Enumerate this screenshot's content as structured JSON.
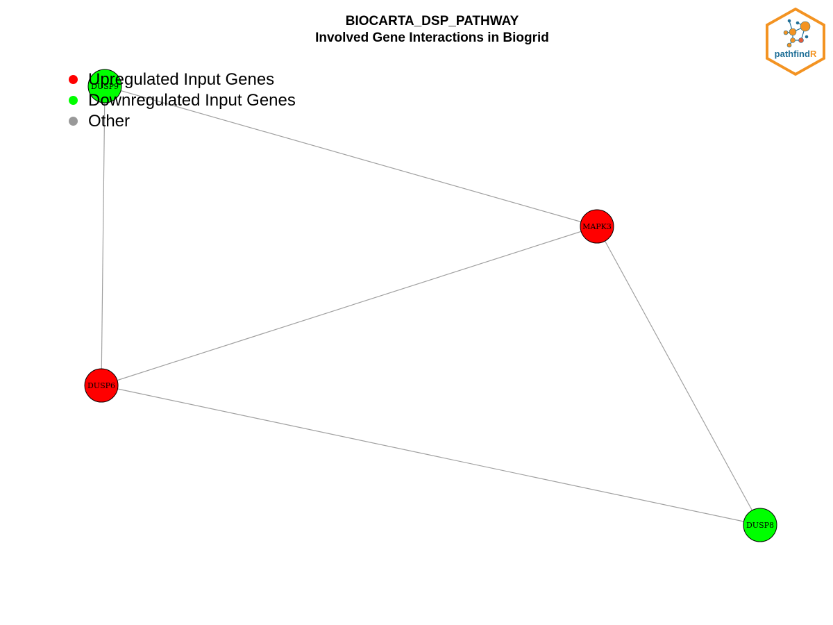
{
  "header": {
    "title_line1": "BIOCARTA_DSP_PATHWAY",
    "title_line2": "Involved Gene Interactions in Biogrid"
  },
  "legend": {
    "items": [
      {
        "label": "Upregulated Input Genes",
        "color": "#ff0000"
      },
      {
        "label": "Downregulated Input Genes",
        "color": "#00ff00"
      },
      {
        "label": "Other",
        "color": "#999999"
      }
    ]
  },
  "network": {
    "nodes": [
      {
        "id": "DUSP9",
        "label": "DUSP9",
        "status": "downregulated",
        "color": "#00ff00"
      },
      {
        "id": "MAPK3",
        "label": "MAPK3",
        "status": "upregulated",
        "color": "#ff0000"
      },
      {
        "id": "DUSP6",
        "label": "DUSP6",
        "status": "upregulated",
        "color": "#ff0000"
      },
      {
        "id": "DUSP8",
        "label": "DUSP8",
        "status": "downregulated",
        "color": "#00ff00"
      }
    ],
    "edges": [
      {
        "source": "DUSP9",
        "target": "MAPK3"
      },
      {
        "source": "DUSP9",
        "target": "DUSP6"
      },
      {
        "source": "MAPK3",
        "target": "DUSP6"
      },
      {
        "source": "MAPK3",
        "target": "DUSP8"
      },
      {
        "source": "DUSP6",
        "target": "DUSP8"
      }
    ],
    "edge_color": "#a0a0a0"
  },
  "logo": {
    "text_main": "pathfind",
    "text_accent": "R",
    "border_color": "#f39322",
    "text_color": "#1f6f97"
  }
}
